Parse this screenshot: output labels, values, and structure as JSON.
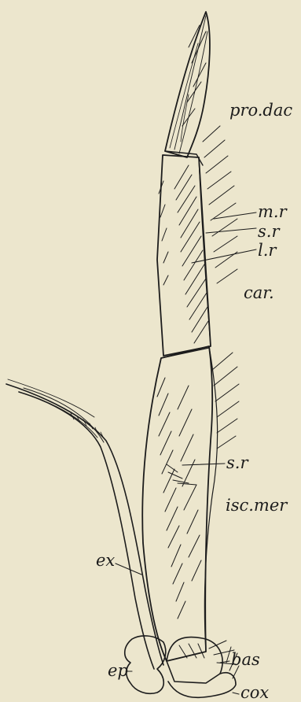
{
  "figure": {
    "background": "#ece6cd",
    "ink": "#1c1c1c",
    "labels": {
      "pro_dac": "pro.dac",
      "m_r": "m.r",
      "s_r_upper": "s.r",
      "l_r": "l.r",
      "car": "car.",
      "s_r_lower": "s.r",
      "isc_mer": "isc.mer",
      "ex": "ex",
      "bas": "bas",
      "ep": "ep",
      "cox": "cox"
    }
  }
}
